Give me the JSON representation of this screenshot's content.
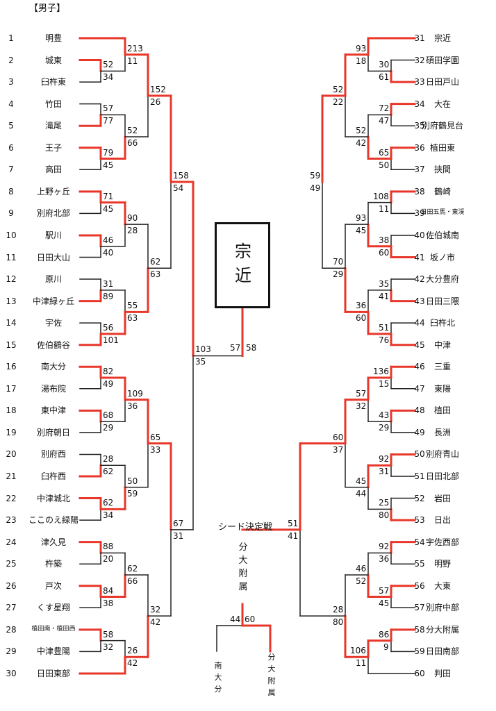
{
  "title": "【男子】",
  "colors": {
    "winner": "#e8372a",
    "loser": "#222222"
  },
  "champion": "宗\n近",
  "seed_match": {
    "title": "シード決定戦",
    "winner_vertical": "分\n大\n附\n属",
    "left_team": "南\n大\n分",
    "right_team": "分\n大\n附\n属",
    "score_left": "44",
    "score_right": "60",
    "winner_side": "right"
  },
  "left_teams": [
    {
      "no": "1",
      "name": "明豊"
    },
    {
      "no": "2",
      "name": "城東"
    },
    {
      "no": "3",
      "name": "臼杵東"
    },
    {
      "no": "4",
      "name": "竹田"
    },
    {
      "no": "5",
      "name": "滝尾"
    },
    {
      "no": "6",
      "name": "王子"
    },
    {
      "no": "7",
      "name": "高田"
    },
    {
      "no": "8",
      "name": "上野ヶ丘"
    },
    {
      "no": "9",
      "name": "別府北部"
    },
    {
      "no": "10",
      "name": "駅川"
    },
    {
      "no": "11",
      "name": "日田大山"
    },
    {
      "no": "12",
      "name": "原川"
    },
    {
      "no": "13",
      "name": "中津緑ヶ丘"
    },
    {
      "no": "14",
      "name": "宇佐"
    },
    {
      "no": "15",
      "name": "佐伯鶴谷"
    },
    {
      "no": "16",
      "name": "南大分"
    },
    {
      "no": "17",
      "name": "湯布院"
    },
    {
      "no": "18",
      "name": "東中津"
    },
    {
      "no": "19",
      "name": "別府朝日"
    },
    {
      "no": "20",
      "name": "別府西"
    },
    {
      "no": "21",
      "name": "臼杵西"
    },
    {
      "no": "22",
      "name": "中津城北"
    },
    {
      "no": "23",
      "name": "ここのえ緑陽"
    },
    {
      "no": "24",
      "name": "津久見"
    },
    {
      "no": "25",
      "name": "杵築"
    },
    {
      "no": "26",
      "name": "戸次"
    },
    {
      "no": "27",
      "name": "くす星翔"
    },
    {
      "no": "28",
      "name": "植田南・植田西",
      "small": true
    },
    {
      "no": "29",
      "name": "中津豊陽"
    },
    {
      "no": "30",
      "name": "日田東部"
    }
  ],
  "right_teams": [
    {
      "no": "31",
      "name": "宗近"
    },
    {
      "no": "32",
      "name": "碩田学園"
    },
    {
      "no": "33",
      "name": "日田戸山"
    },
    {
      "no": "34",
      "name": "大在"
    },
    {
      "no": "35",
      "name": "別府鶴見台"
    },
    {
      "no": "36",
      "name": "植田東"
    },
    {
      "no": "37",
      "name": "挾間"
    },
    {
      "no": "38",
      "name": "鶴崎"
    },
    {
      "no": "39",
      "name": "日田五馬・東渓",
      "small": true
    },
    {
      "no": "40",
      "name": "佐伯城南"
    },
    {
      "no": "41",
      "name": "坂ノ市"
    },
    {
      "no": "42",
      "name": "大分豊府"
    },
    {
      "no": "43",
      "name": "日田三隈"
    },
    {
      "no": "44",
      "name": "臼杵北"
    },
    {
      "no": "45",
      "name": "中津"
    },
    {
      "no": "46",
      "name": "三重"
    },
    {
      "no": "47",
      "name": "東陽"
    },
    {
      "no": "48",
      "name": "植田"
    },
    {
      "no": "49",
      "name": "長洲"
    },
    {
      "no": "50",
      "name": "別府青山"
    },
    {
      "no": "51",
      "name": "日田北部"
    },
    {
      "no": "52",
      "name": "岩田"
    },
    {
      "no": "53",
      "name": "日出"
    },
    {
      "no": "54",
      "name": "宇佐西部"
    },
    {
      "no": "55",
      "name": "明野"
    },
    {
      "no": "56",
      "name": "大東"
    },
    {
      "no": "57",
      "name": "別府中部"
    },
    {
      "no": "58",
      "name": "分大附属"
    },
    {
      "no": "59",
      "name": "日田南部"
    },
    {
      "no": "60",
      "name": "判田"
    }
  ],
  "left_matches": [
    {
      "a": "team:2",
      "b": "team:3",
      "sa": "52",
      "sb": "34",
      "w": "a",
      "col": 0
    },
    {
      "a": "team:4",
      "b": "team:5",
      "sa": "57",
      "sb": "77",
      "w": "b",
      "col": 0
    },
    {
      "a": "team:6",
      "b": "team:7",
      "sa": "79",
      "sb": "45",
      "w": "a",
      "col": 0
    },
    {
      "a": "team:8",
      "b": "team:9",
      "sa": "71",
      "sb": "45",
      "w": "a",
      "col": 0
    },
    {
      "a": "team:10",
      "b": "team:11",
      "sa": "46",
      "sb": "40",
      "w": "a",
      "col": 0
    },
    {
      "a": "team:12",
      "b": "team:13",
      "sa": "31",
      "sb": "89",
      "w": "b",
      "col": 0
    },
    {
      "a": "team:14",
      "b": "team:15",
      "sa": "56",
      "sb": "101",
      "w": "b",
      "col": 0
    },
    {
      "a": "team:16",
      "b": "team:17",
      "sa": "82",
      "sb": "49",
      "w": "a",
      "col": 0
    },
    {
      "a": "team:18",
      "b": "team:19",
      "sa": "68",
      "sb": "29",
      "w": "a",
      "col": 0
    },
    {
      "a": "team:20",
      "b": "team:21",
      "sa": "28",
      "sb": "62",
      "w": "b",
      "col": 0
    },
    {
      "a": "team:22",
      "b": "team:23",
      "sa": "62",
      "sb": "34",
      "w": "a",
      "col": 0
    },
    {
      "a": "team:24",
      "b": "team:25",
      "sa": "88",
      "sb": "20",
      "w": "a",
      "col": 0
    },
    {
      "a": "team:26",
      "b": "team:27",
      "sa": "84",
      "sb": "38",
      "w": "a",
      "col": 0
    },
    {
      "a": "team:28",
      "b": "team:29",
      "sa": "58",
      "sb": "32",
      "w": "a",
      "col": 0
    },
    {
      "a": "team:1",
      "b": "m:0",
      "sa": "213",
      "sb": "11",
      "w": "a",
      "col": 1
    },
    {
      "a": "m:1",
      "b": "m:2",
      "sa": "52",
      "sb": "66",
      "w": "b",
      "col": 1
    },
    {
      "a": "m:3",
      "b": "m:4",
      "sa": "90",
      "sb": "28",
      "w": "a",
      "col": 1
    },
    {
      "a": "m:5",
      "b": "m:6",
      "sa": "55",
      "sb": "63",
      "w": "b",
      "col": 1
    },
    {
      "a": "m:7",
      "b": "m:8",
      "sa": "109",
      "sb": "36",
      "w": "a",
      "col": 1
    },
    {
      "a": "m:9",
      "b": "m:10",
      "sa": "50",
      "sb": "59",
      "w": "b",
      "col": 1
    },
    {
      "a": "m:11",
      "b": "m:12",
      "sa": "62",
      "sb": "66",
      "w": "b",
      "col": 1
    },
    {
      "a": "m:13",
      "b": "team:30",
      "sa": "26",
      "sb": "42",
      "w": "b",
      "col": 1
    },
    {
      "a": "m:14",
      "b": "m:15",
      "sa": "152",
      "sb": "26",
      "w": "a",
      "col": 2
    },
    {
      "a": "m:16",
      "b": "m:17",
      "sa": "62",
      "sb": "63",
      "w": "b",
      "col": 2
    },
    {
      "a": "m:18",
      "b": "m:19",
      "sa": "65",
      "sb": "33",
      "w": "a",
      "col": 2
    },
    {
      "a": "m:20",
      "b": "m:21",
      "sa": "32",
      "sb": "42",
      "w": "b",
      "col": 2
    },
    {
      "a": "m:22",
      "b": "m:23",
      "sa": "158",
      "sb": "54",
      "w": "a",
      "col": 3
    },
    {
      "a": "m:24",
      "b": "m:25",
      "sa": "67",
      "sb": "31",
      "w": "a",
      "col": 3
    },
    {
      "a": "m:26",
      "b": "m:27",
      "sa": "103",
      "sb": "35",
      "w": "a",
      "col": 4
    }
  ],
  "right_matches": [
    {
      "a": "team:32",
      "b": "team:33",
      "sa": "30",
      "sb": "61",
      "w": "b",
      "col": 0
    },
    {
      "a": "team:34",
      "b": "team:35",
      "sa": "72",
      "sb": "47",
      "w": "a",
      "col": 0
    },
    {
      "a": "team:36",
      "b": "team:37",
      "sa": "65",
      "sb": "50",
      "w": "a",
      "col": 0
    },
    {
      "a": "team:38",
      "b": "team:39",
      "sa": "108",
      "sb": "11",
      "w": "a",
      "col": 0
    },
    {
      "a": "team:40",
      "b": "team:41",
      "sa": "38",
      "sb": "60",
      "w": "b",
      "col": 0
    },
    {
      "a": "team:42",
      "b": "team:43",
      "sa": "35",
      "sb": "41",
      "w": "b",
      "col": 0
    },
    {
      "a": "team:44",
      "b": "team:45",
      "sa": "51",
      "sb": "76",
      "w": "b",
      "col": 0
    },
    {
      "a": "team:46",
      "b": "team:47",
      "sa": "136",
      "sb": "15",
      "w": "a",
      "col": 0
    },
    {
      "a": "team:48",
      "b": "team:49",
      "sa": "43",
      "sb": "29",
      "w": "a",
      "col": 0
    },
    {
      "a": "team:50",
      "b": "team:51",
      "sa": "92",
      "sb": "31",
      "w": "a",
      "col": 0
    },
    {
      "a": "team:52",
      "b": "team:53",
      "sa": "25",
      "sb": "80",
      "w": "b",
      "col": 0
    },
    {
      "a": "team:54",
      "b": "team:55",
      "sa": "92",
      "sb": "36",
      "w": "a",
      "col": 0
    },
    {
      "a": "team:56",
      "b": "team:57",
      "sa": "57",
      "sb": "45",
      "w": "a",
      "col": 0
    },
    {
      "a": "team:58",
      "b": "team:59",
      "sa": "86",
      "sb": "9",
      "w": "a",
      "col": 0
    },
    {
      "a": "team:31",
      "b": "m:0",
      "sa": "93",
      "sb": "18",
      "w": "a",
      "col": 1
    },
    {
      "a": "m:1",
      "b": "m:2",
      "sa": "52",
      "sb": "42",
      "w": "b",
      "col": 1
    },
    {
      "a": "m:3",
      "b": "m:4",
      "sa": "93",
      "sb": "45",
      "w": "b",
      "col": 1
    },
    {
      "a": "m:5",
      "b": "m:6",
      "sa": "36",
      "sb": "60",
      "w": "b",
      "col": 1
    },
    {
      "a": "m:7",
      "b": "m:8",
      "sa": "57",
      "sb": "32",
      "w": "a",
      "col": 1
    },
    {
      "a": "m:9",
      "b": "m:10",
      "sa": "45",
      "sb": "44",
      "w": "a",
      "col": 1
    },
    {
      "a": "m:11",
      "b": "m:12",
      "sa": "46",
      "sb": "52",
      "w": "b",
      "col": 1
    },
    {
      "a": "m:13",
      "b": "team:60",
      "sa": "106",
      "sb": "11",
      "w": "a",
      "col": 1
    },
    {
      "a": "m:14",
      "b": "m:15",
      "sa": "52",
      "sb": "22",
      "w": "a",
      "col": 2
    },
    {
      "a": "m:16",
      "b": "m:17",
      "sa": "70",
      "sb": "29",
      "w": "b",
      "col": 2
    },
    {
      "a": "m:18",
      "b": "m:19",
      "sa": "60",
      "sb": "37",
      "w": "a",
      "col": 2
    },
    {
      "a": "m:20",
      "b": "m:21",
      "sa": "28",
      "sb": "80",
      "w": "b",
      "col": 2
    },
    {
      "a": "m:22",
      "b": "m:23",
      "sa": "59",
      "sb": "49",
      "w": "a",
      "col": 3
    },
    {
      "a": "m:24",
      "b": "m:25",
      "sa": "51",
      "sb": "41",
      "w": "a",
      "col": 4
    }
  ],
  "final": {
    "score_left": "57",
    "score_right": "58",
    "winner": "right"
  }
}
